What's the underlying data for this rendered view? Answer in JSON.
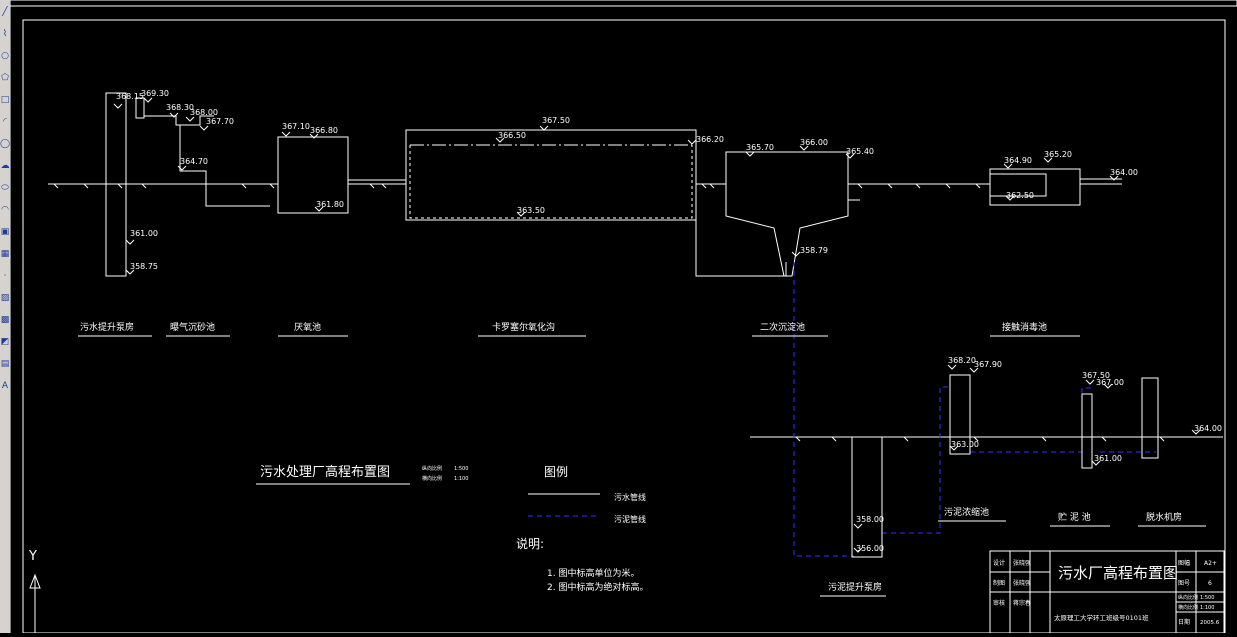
{
  "toolbar": {
    "icons": [
      "line-tool-icon",
      "polyline-tool-icon",
      "circle-tool-icon",
      "polygon-tool-icon",
      "rectangle-tool-icon",
      "arc-tool-icon",
      "circle-alt-tool-icon",
      "cloud-tool-icon",
      "ellipse-tool-icon",
      "ellipse-arc-tool-icon",
      "insert-block-icon",
      "make-block-icon",
      "point-tool-icon",
      "hatch-tool-icon",
      "gradient-tool-icon",
      "region-tool-icon",
      "table-tool-icon",
      "text-tool-icon"
    ]
  },
  "profile": {
    "elevations": {
      "pump_top1": "368.15",
      "pump_top2": "369.30",
      "grit1": "368.30",
      "grit2": "368.00",
      "grit3": "367.70",
      "grit_bottom": "364.70",
      "pump_mid": "361.00",
      "pump_bottom": "358.75",
      "anox_top1": "367.10",
      "anox_top2": "366.80",
      "anox_bottom": "361.80",
      "carr_top": "367.50",
      "carr_mid": "366.50",
      "carr_bottom": "363.50",
      "carr_out": "366.20",
      "sec_top1": "365.70",
      "sec_top2": "366.00",
      "sec_out": "365.40",
      "sec_bottom": "358.79",
      "dis_top1": "364.90",
      "dis_top2": "365.20",
      "dis_bottom": "362.50",
      "outfall": "364.00",
      "thick_top1": "368.20",
      "thick_top2": "367.90",
      "thick_bottom": "363.00",
      "store_top1": "367.50",
      "store_top2": "367.00",
      "store_bottom": "361.00",
      "sludge_out": "364.00",
      "spump_mid": "358.00",
      "spump_bottom": "356.00"
    },
    "units": {
      "lift_pump": "污水提升泵房",
      "grit": "曝气沉砂池",
      "anoxic": "厌氧池",
      "carrousel": "卡罗塞尔氧化沟",
      "secondary": "二次沉淀池",
      "disinfection": "接触消毒池",
      "thickener": "污泥浓缩池",
      "sludge_store": "贮 泥 池",
      "dewater": "脱水机房",
      "sludge_pump": "污泥提升泵房"
    }
  },
  "caption": {
    "title": "污水处理厂高程布置图",
    "scale1_label": "纵向比例",
    "scale1_value": "1:500",
    "scale2_label": "横向比例",
    "scale2_value": "1:100"
  },
  "legend": {
    "title": "图例",
    "sewage_label": "污水管线",
    "sludge_label": "污泥管线"
  },
  "notes": {
    "title": "说明:",
    "line1": "1. 图中标高单位为米。",
    "line2": "2. 图中标高为绝对标高。"
  },
  "titleblock": {
    "role1": "设计",
    "name1": "张晓强",
    "role2": "制图",
    "name2": "张晓强",
    "role3": "审核",
    "name3": "蒋宗春",
    "main_title": "污水厂高程布置图",
    "school": "太原理工大学环工班级号0101班",
    "size_label": "图幅",
    "size_value": "A2+",
    "no_label": "图号",
    "no_value": "6",
    "v_label": "纵向比例",
    "v_value": "1:500",
    "h_label": "横向比例",
    "h_value": "1:100",
    "date_label": "日期",
    "date_value": "2005.6"
  },
  "ucs": {
    "y_label": "Y"
  },
  "colors": {
    "sewage": "#ffffff",
    "sludge": "#3030ff",
    "background": "#000000"
  }
}
